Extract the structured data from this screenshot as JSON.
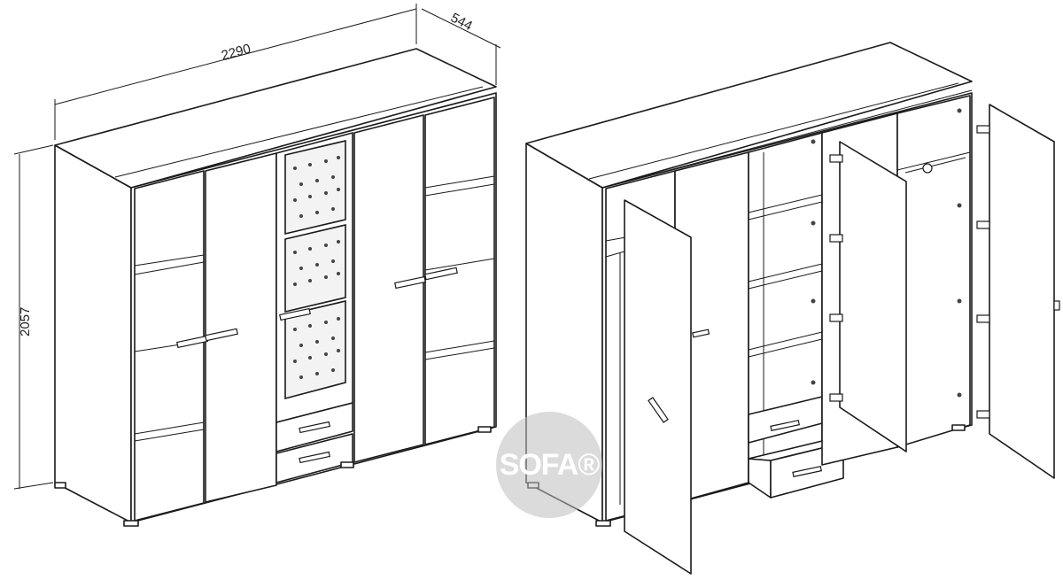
{
  "dimensions": {
    "width": "2290",
    "depth": "544",
    "height": "2057"
  },
  "watermark": {
    "text": "SOFA®"
  }
}
